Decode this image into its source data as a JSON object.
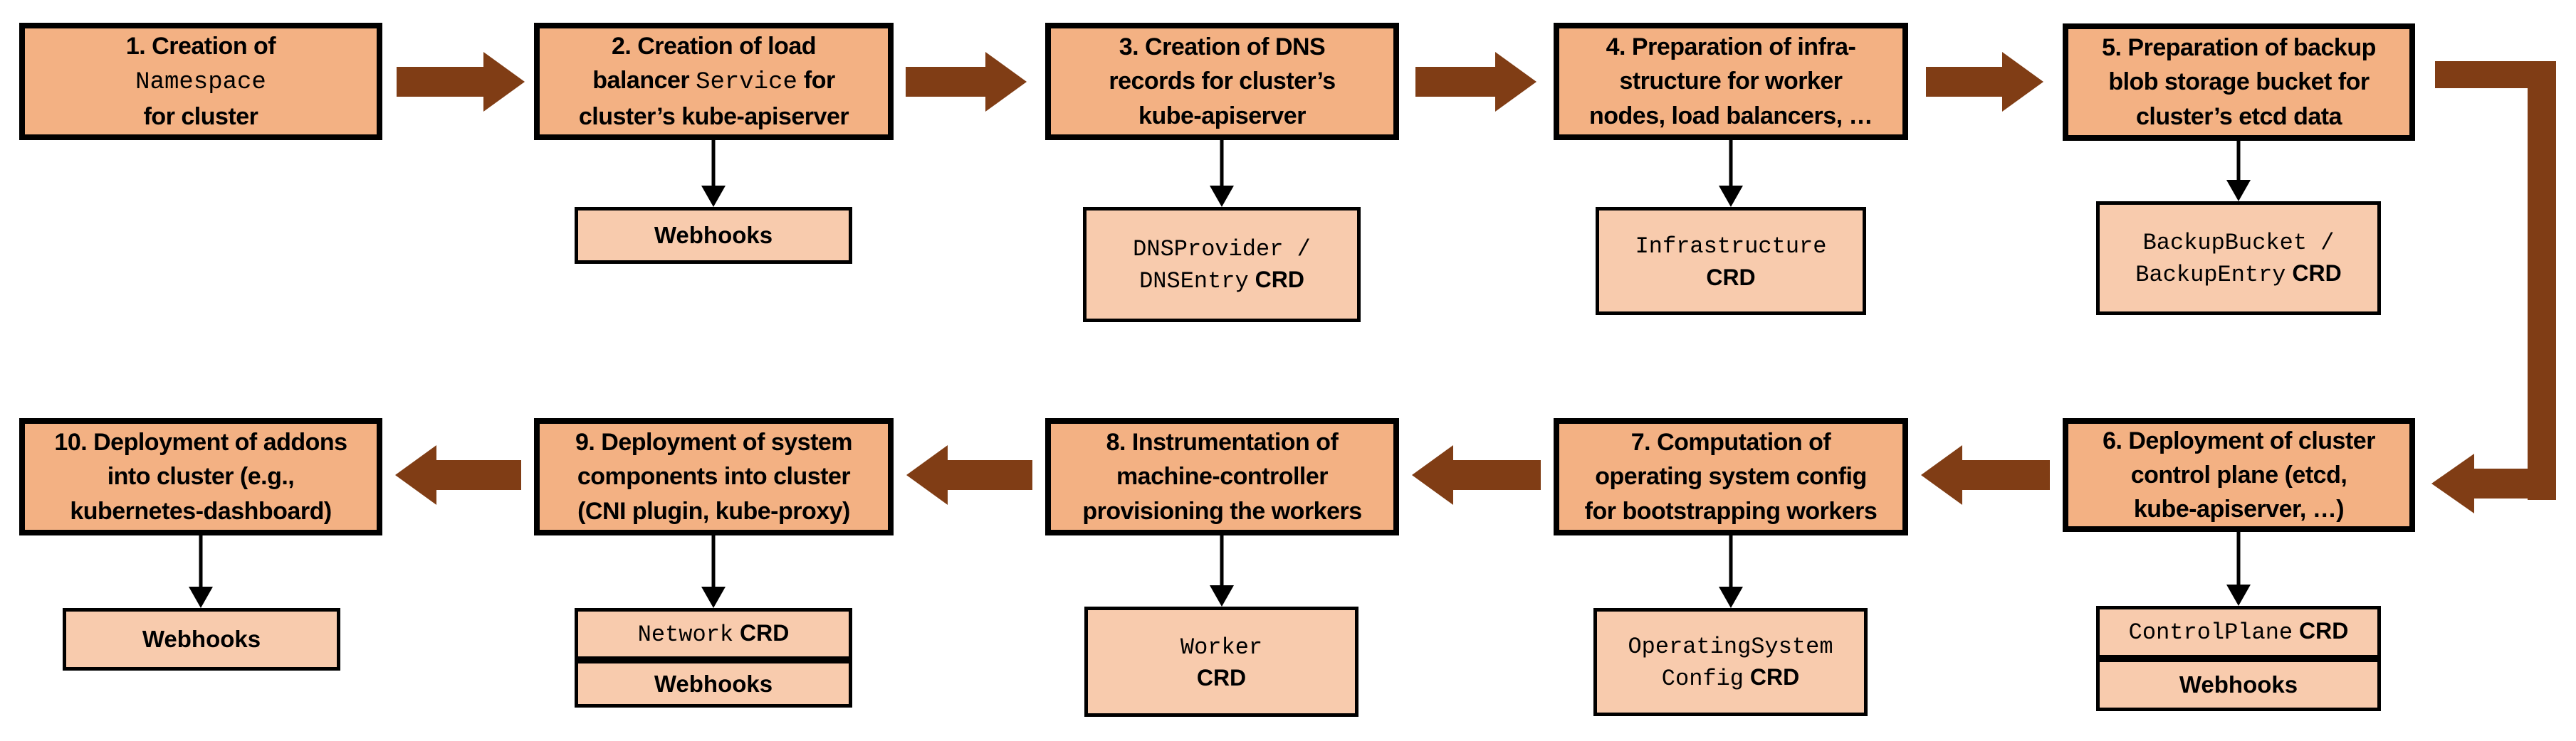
{
  "colors": {
    "main-fill": "#F3B183",
    "sub-fill": "#F8CBAD",
    "arrow": "#803D15",
    "border": "#000000"
  },
  "webhooks_label": "Webhooks",
  "steps": [
    {
      "lines": [
        [
          "1. Creation of"
        ],
        [
          "Namespace"
        ],
        [
          "for cluster"
        ]
      ]
    },
    {
      "lines": [
        [
          "2. Creation of load"
        ],
        [
          "balancer ",
          "Service",
          " for"
        ],
        [
          "cluster’s kube-apiserver"
        ]
      ]
    },
    {
      "lines": [
        [
          "3. Creation of DNS"
        ],
        [
          "records for cluster’s"
        ],
        [
          "kube-apiserver"
        ]
      ]
    },
    {
      "lines": [
        [
          "4. Preparation of infra-"
        ],
        [
          "structure for worker"
        ],
        [
          "nodes, load balancers, …"
        ]
      ]
    },
    {
      "lines": [
        [
          "5. Preparation of backup"
        ],
        [
          "blob storage bucket for"
        ],
        [
          "cluster’s etcd data"
        ]
      ]
    },
    {
      "lines": [
        [
          "6. Deployment of cluster"
        ],
        [
          "control plane (etcd,"
        ],
        [
          "kube-apiserver, …)"
        ]
      ]
    },
    {
      "lines": [
        [
          "7. Computation of"
        ],
        [
          "operating system config"
        ],
        [
          "for bootstrapping workers"
        ]
      ]
    },
    {
      "lines": [
        [
          "8. Instrumentation of"
        ],
        [
          "machine-controller"
        ],
        [
          "provisioning the workers"
        ]
      ]
    },
    {
      "lines": [
        [
          "9. Deployment of system"
        ],
        [
          "components into cluster"
        ],
        [
          "(CNI plugin, kube-proxy)"
        ]
      ]
    },
    {
      "lines": [
        [
          "10. Deployment of addons"
        ],
        [
          "into cluster (e.g.,"
        ],
        [
          "kubernetes-dashboard)"
        ]
      ]
    }
  ],
  "crds": {
    "dns": [
      "DNSProvider /",
      "DNSEntry",
      " CRD"
    ],
    "infra": [
      "Infrastructure",
      "CRD"
    ],
    "backup": [
      "BackupBucket /",
      "BackupEntry",
      " CRD"
    ],
    "controlplane": [
      "ControlPlane",
      " CRD"
    ],
    "osc": [
      "OperatingSystem",
      "Config",
      " CRD"
    ],
    "worker": [
      "Worker",
      "CRD"
    ],
    "network": [
      "Network",
      " CRD"
    ]
  }
}
